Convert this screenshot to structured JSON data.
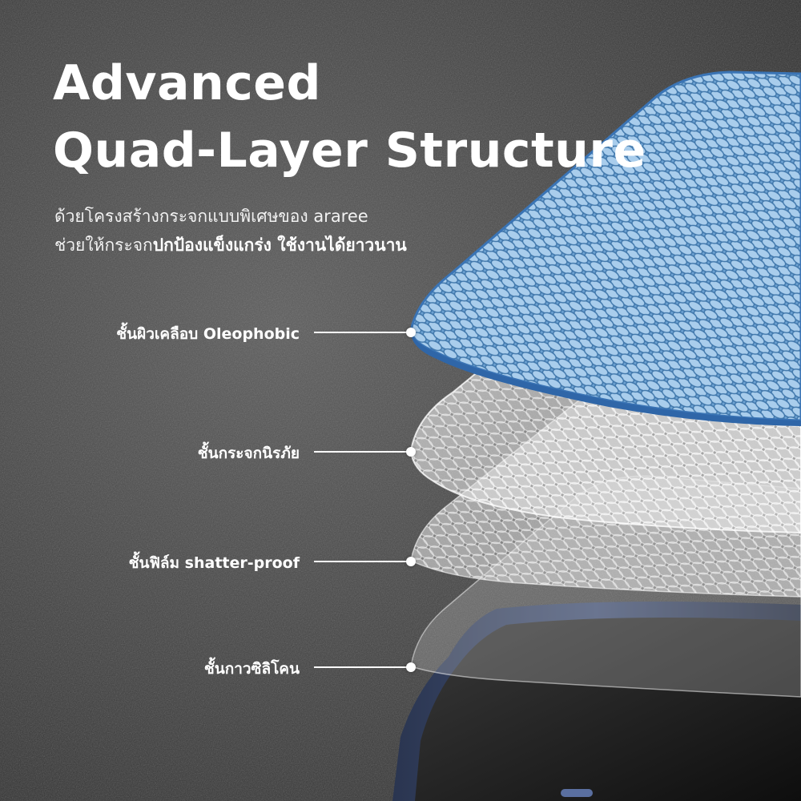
{
  "headline": {
    "line1": "Advanced",
    "line2": "Quad-Layer Structure"
  },
  "subtitle": {
    "line1": "ด้วยโครงสร้างกระจกแบบพิเศษของ araree",
    "line2_regular": "ช่วยให้กระจก",
    "line2_bold": "ปกป้องแข็งแกร่ง ใช้งานได้ยาวนาน"
  },
  "layers": [
    {
      "label": "ชั้นผิวเคลือบ Oleophobic"
    },
    {
      "label": "ชั้นกระจกนิรภัย"
    },
    {
      "label": "ชั้นฟิล์ม shatter-proof"
    },
    {
      "label": "ชั้นกาวซิลิโคน"
    }
  ],
  "colors": {
    "background": "#3e3e3e",
    "text": "#ffffff",
    "top_layer": "#6fa4d4",
    "phone_frame": "#2a3550"
  }
}
